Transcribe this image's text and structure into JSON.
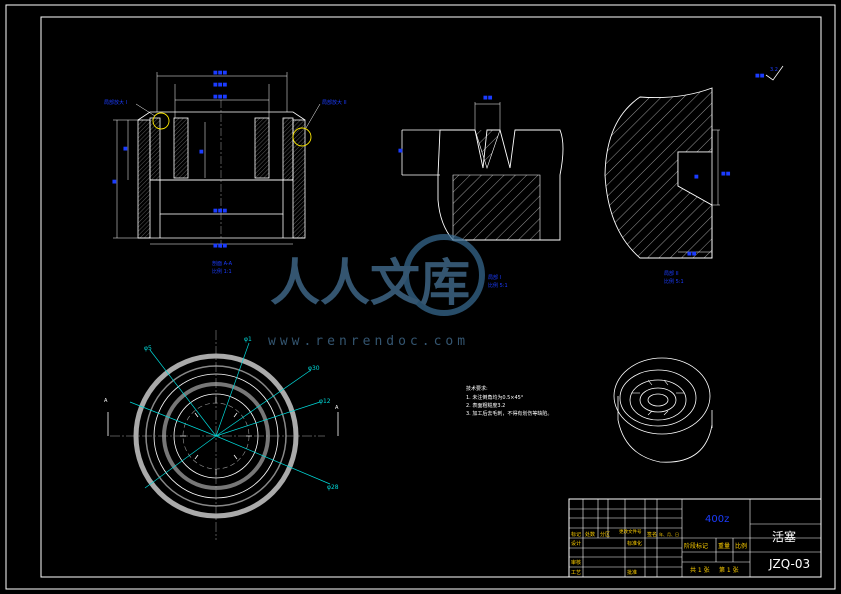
{
  "title_block": {
    "part_name": "活塞",
    "drawing_no": "JZQ-03",
    "material": "400z",
    "sheets": "共 1 张",
    "sheet_no": "第 1 张",
    "stage_mark": "阶段标记",
    "weight": "重量",
    "scale": "比例",
    "row_labels": [
      "标记",
      "设计",
      "审核",
      "工艺"
    ],
    "col_labels": [
      "处数",
      "分区",
      "更改文件号",
      "签名",
      "年、月、日"
    ],
    "std_label": "标准化",
    "approve_label": "批准"
  },
  "views": {
    "section_label_1": "剖面 A-A",
    "scale_label_1": "比例 1:1",
    "detail_label_2": "局部 I",
    "detail_scale_2": "比例 5:1",
    "detail_label_3": "局部 II",
    "detail_scale_3": "比例 5:1",
    "detail_ref_1": "局部放大 I",
    "detail_ref_2": "局部放大 II",
    "section_letter": "A"
  },
  "plan_dims": [
    "φ1",
    "φ5",
    "φ30",
    "φ12",
    "φ28"
  ],
  "tech_notes": {
    "heading": "技术要求:",
    "lines": [
      "1. 未注倒角均为0.5×45°",
      "2. 表面粗糙度3.2",
      "3. 加工后去毛刺，不得有划伤等缺陷。"
    ]
  },
  "roughness_symbol": "3.2",
  "watermark": {
    "text": "人人文库",
    "url": "www.renrendoc.com"
  }
}
